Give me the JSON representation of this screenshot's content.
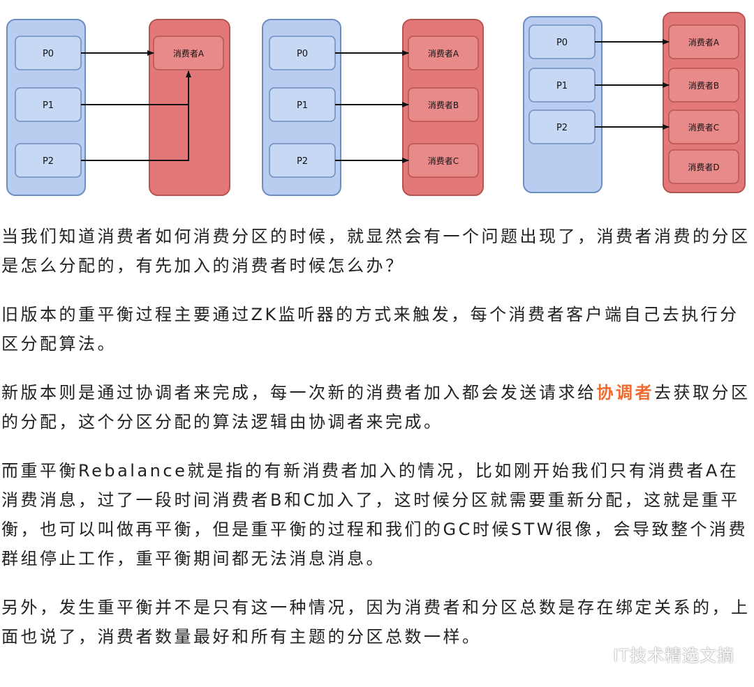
{
  "diagrams": [
    {
      "partitions": [
        "P0",
        "P1",
        "P2"
      ],
      "consumers": [
        "消费者A"
      ],
      "links": [
        [
          0,
          0
        ],
        [
          1,
          0
        ],
        [
          2,
          0
        ]
      ]
    },
    {
      "partitions": [
        "P0",
        "P1",
        "P2"
      ],
      "consumers": [
        "消费者A",
        "消费者B",
        "消费者C"
      ],
      "links": [
        [
          0,
          0
        ],
        [
          1,
          1
        ],
        [
          2,
          2
        ]
      ]
    },
    {
      "partitions": [
        "P0",
        "P1",
        "P2"
      ],
      "consumers": [
        "消费者A",
        "消费者B",
        "消费者C",
        "消费者D"
      ],
      "links": [
        [
          0,
          0
        ],
        [
          1,
          1
        ],
        [
          2,
          2
        ]
      ]
    }
  ],
  "article": {
    "p1": "当我们知道消费者如何消费分区的时候，就显然会有一个问题出现了，消费者消费的分区是怎么分配的，有先加入的消费者时候怎么办？",
    "p2": "旧版本的重平衡过程主要通过ZK监听器的方式来触发，每个消费者客户端自己去执行分区分配算法。",
    "p3_before": "新版本则是通过协调者来完成，每一次新的消费者加入都会发送请求给",
    "p3_highlight": "协调者",
    "p3_after": "去获取分区的分配，这个分区分配的算法逻辑由协调者来完成。",
    "p4": "而重平衡Rebalance就是指的有新消费者加入的情况，比如刚开始我们只有消费者A在消费消息，过了一段时间消费者B和C加入了，这时候分区就需要重新分配，这就是重平衡，也可以叫做再平衡，但是重平衡的过程和我们的GC时候STW很像，会导致整个消费群组停止工作，重平衡期间都无法消息消息。",
    "p5": "另外，发生重平衡并不是只有这一种情况，因为消费者和分区总数是存在绑定关系的，上面也说了，消费者数量最好和所有主题的分区总数一样。"
  },
  "watermark": {
    "text": "IT技术精选文摘",
    "icon": "wechat-icon"
  },
  "colors": {
    "partition_fill": "#b9cdf0",
    "partition_stroke": "#6c8ebf",
    "consumer_fill": "#e3787a",
    "consumer_stroke": "#b85450",
    "highlight": "#ef6b2f"
  }
}
